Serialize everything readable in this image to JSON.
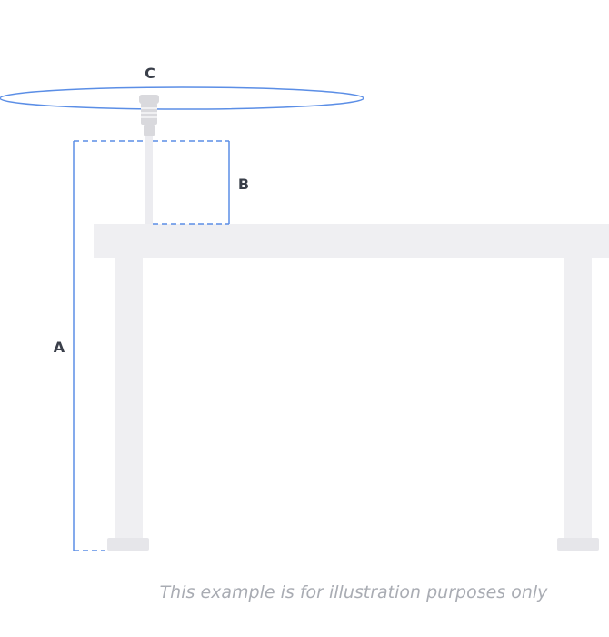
{
  "labels": {
    "a": "A",
    "b": "B",
    "c": "C"
  },
  "caption": "This example is for illustration purposes only",
  "colors": {
    "dimension_line": "#5b8ee6",
    "table": "#efeff2",
    "table_shadow": "#e6e6ea",
    "pole": "#ececf0",
    "sensor": "#d9d9dd",
    "label_text": "#3a3f4a",
    "caption_text": "#a9acb3"
  }
}
